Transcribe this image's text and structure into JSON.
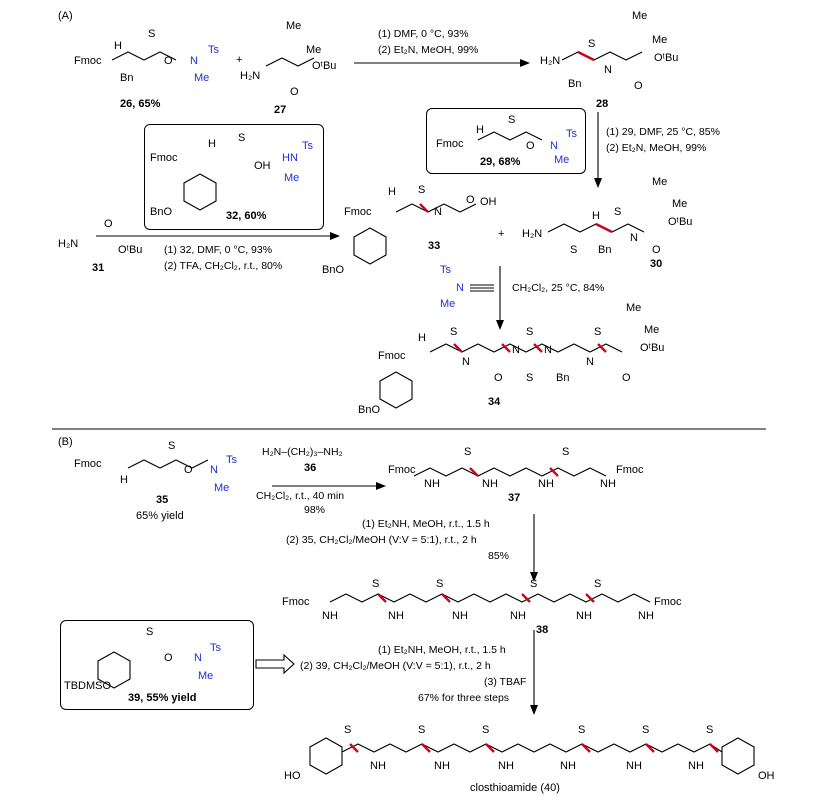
{
  "panels": {
    "A": "(A)",
    "B": "(B)"
  },
  "reagents": {
    "step1_a": "(1) DMF, 0 °C, 93%",
    "step1_b": "(2) Et₂N,  MeOH, 99%",
    "step2_a": "(1) 29, DMF, 25 °C, 85%",
    "step2_b": "(2) Et₂N,  MeOH, 99%",
    "step3_a": "(1) 32, DMF, 0 °C, 93%",
    "step3_b": "(2) TFA,  CH₂Cl₂, r.t., 80%",
    "step4": "CH₂Cl₂, 25 °C, 84%",
    "stepB1_reagent": "H₂N–(CH₂)₃–NH₂",
    "stepB1_cond": "CH₂Cl₂, r.t., 40 min",
    "stepB1_yield": "98%",
    "stepB2_a": "(1) Et₂NH, MeOH, r.t., 1.5 h",
    "stepB2_b": "(2) 35, CH₂Cl₂/MeOH (V:V = 5:1), r.t., 2 h",
    "stepB2_yield": "85%",
    "stepB3_a": "(1) Et₂NH, MeOH, r.t., 1.5 h",
    "stepB3_b": "(2) 39, CH₂Cl₂/MeOH  (V:V = 5:1), r.t., 2 h",
    "stepB3_c": "(3) TBAF",
    "stepB3_yield": "67% for three steps"
  },
  "compounds": {
    "c26": "26, 65%",
    "c27": "27",
    "c28": "28",
    "c29": "29, 68%",
    "c30": "30",
    "c31": "31",
    "c32": "32, 60%",
    "c33": "33",
    "c34": "34",
    "c35": "35",
    "c35_yield": "65% yield",
    "c36": "36",
    "c37": "37",
    "c38": "38",
    "c39": "39, 55% yield",
    "c40": "closthioamide (40)"
  },
  "atoms": {
    "fmoc": "Fmoc",
    "bn": "Bn",
    "bno": "BnO",
    "ts": "Ts",
    "me": "Me",
    "s": "S",
    "o": "O",
    "h": "H",
    "n": "N",
    "nh": "NH",
    "hn": "HN",
    "oh": "OH",
    "ho": "HO",
    "h2n": "H₂N",
    "otbu": "OᵗBu",
    "tbdmso": "TBDMSO",
    "plus": "+"
  },
  "colors": {
    "bond": "#000000",
    "highlight": "#d0021b",
    "ynamide": "#1f2fd6"
  }
}
